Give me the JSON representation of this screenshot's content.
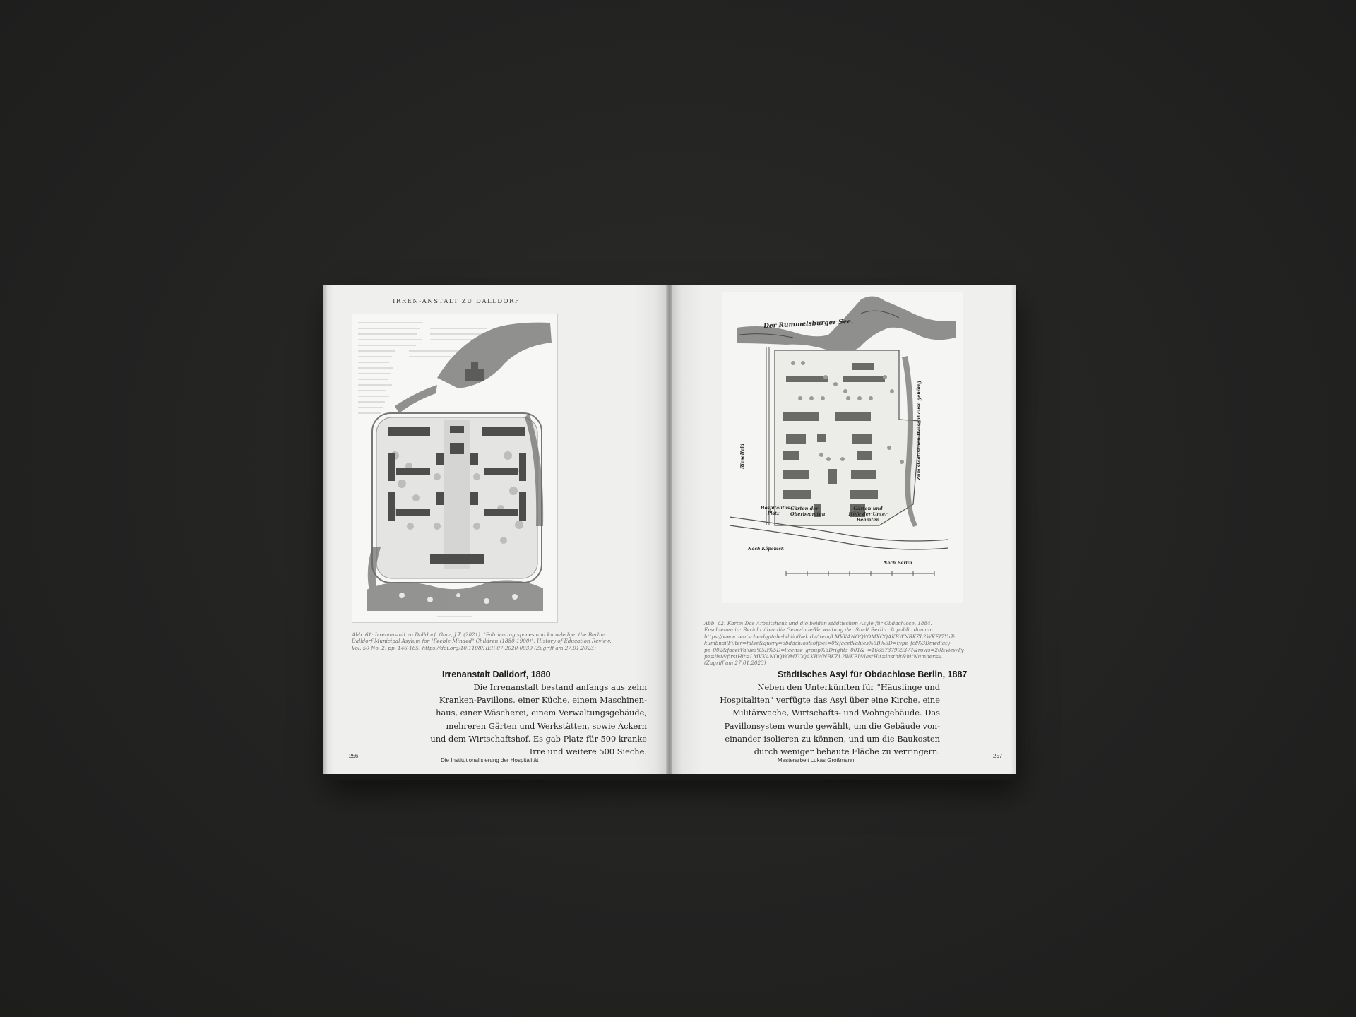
{
  "left_page": {
    "map_title": "IRREN-ANSTALT ZU DALLDORF",
    "caption_lines": [
      "Abb. 61: Irrenanstalt zu Dalldorf. Garz, J.T. (2021). \"Fabricating spaces and knowledge: the Berlin-",
      "Dalldorf Municipal Asylum for \"Feeble-Minded\" Children (1880-1900)\". History of Education Review.",
      "Vol. 50 No. 2, pp. 146-165. https://doi.org/10.1108/HER-07-2020-0039 (Zugriff am 27.01.2023)"
    ],
    "heading": "Irrenanstalt Dalldorf, 1880",
    "body_lines": [
      "Die Irrenanstalt bestand anfangs aus zehn",
      "Kranken-Pavillons, einer Küche, einem Maschinen-",
      "haus, einer Wäscherei, einem Verwaltungsgebäude,",
      "mehreren Gärten und Werkstätten, sowie Äckern",
      "und dem Wirtschaftshof. Es gab Platz für 500 kranke",
      "Irre und weitere 500 Sieche."
    ],
    "page_number": "256",
    "running_footer": "Die Institutionalisierung der Hospitalität"
  },
  "right_page": {
    "map_labels": {
      "lake": "Der Rummelsburger See.",
      "side": "Zum städtischen Waisenhause gehörig",
      "field": "Rieselfeld",
      "garden_left": "Gärten der Oberbeamten",
      "garden_right": "Gärten und Höfe der Unter Beamten",
      "hosp": "Hospitalitus Platz",
      "road_left": "Nach Köpenick",
      "road_right": "Nach Berlin"
    },
    "caption_lines": [
      "Abb. 62: Karte: Das Arbeitshaus und die beiden städtischen Asyle für Obdachlose, 1884.",
      "Erschienen in: Bericht über die Gemeinde-Verwaltung der Stadt Berlin. © public domain.",
      "https://www.deutsche-digitale-bibliothek.de/item/LMVKANOQYOMXCQAKBWNBKZL2WKEI7YuT-",
      "kumbnailFilter=false&query=obdachlos&offset=0&facetValues%5B%5D=type_fct%3Dmediaty-",
      "pe_002&facetValues%5B%5D=license_group%3Drights_001&_=1665737909377&rows=20&viewTy-",
      "pe=list&firstHit=LMVKANOQYOMXCQAKBWNBKZL2WKEI&lastHit=lasthit&hitNumber=4",
      "(Zugriff am 27.01.2023)"
    ],
    "heading": "Städtisches Asyl für Obdachlose Berlin, 1887",
    "body_lines": [
      "Neben den Unterkünften für \"Häuslinge und",
      "Hospitaliten\" verfügte das Asyl über eine Kirche, eine",
      "Militärwache, Wirtschafts- und Wohngebäude. Das",
      "Pavillonsystem wurde gewählt, um die Gebäude von-",
      "einander isolieren zu können, und um die Baukosten",
      "durch weniger bebaute Fläche zu verringern."
    ],
    "page_number": "257",
    "running_footer": "Masterarbeit Lukas Großmann"
  }
}
